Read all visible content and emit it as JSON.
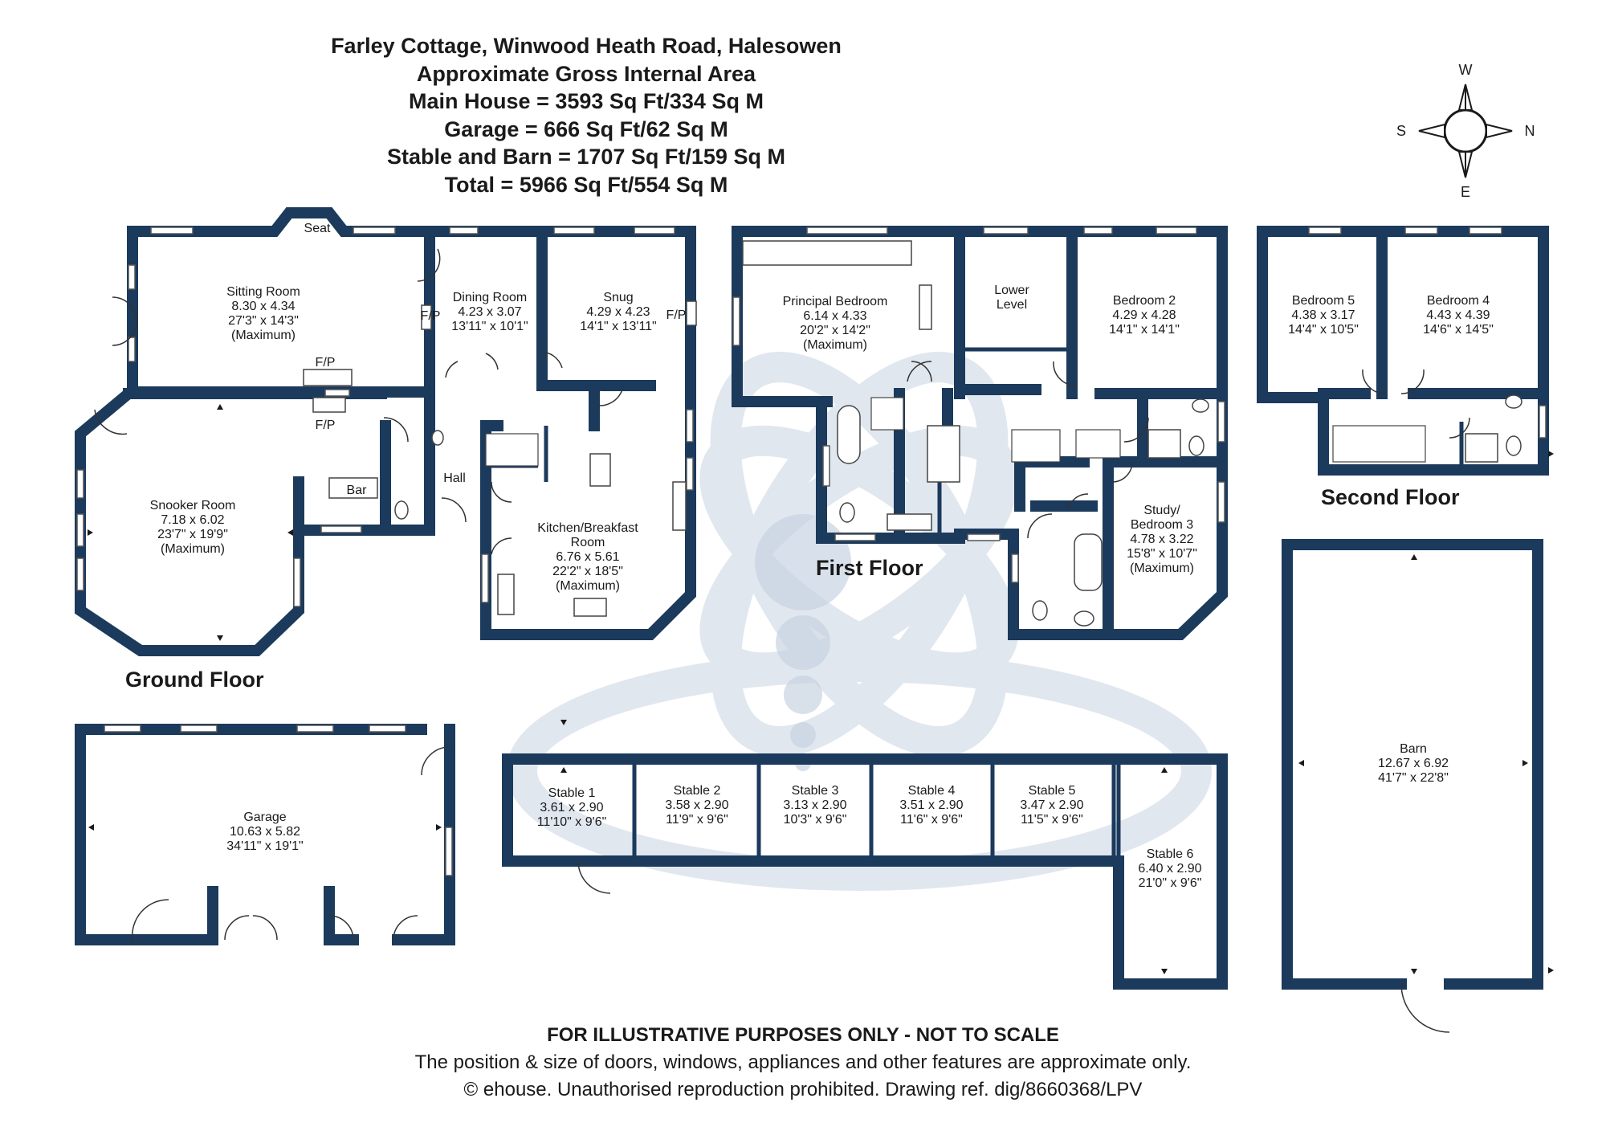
{
  "title_lines": [
    "Farley Cottage, Winwood Heath Road, Halesowen",
    "Approximate Gross Internal Area",
    "Main House = 3593 Sq Ft/334 Sq M",
    "Garage = 666 Sq Ft/62 Sq M",
    "Stable and Barn = 1707 Sq Ft/159 Sq M",
    "Total = 5966 Sq Ft/554 Sq M"
  ],
  "compass": {
    "top": "W",
    "left": "S",
    "right": "N",
    "bottom": "E"
  },
  "floors": {
    "ground": "Ground Floor",
    "first": "First Floor",
    "second": "Second Floor"
  },
  "rooms": {
    "seat": "Seat",
    "fp1": "F/P",
    "fp2": "F/P",
    "fp3": "F/P",
    "fp4": "F/P",
    "sitting": [
      "Sitting Room",
      "8.30 x 4.34",
      "27'3\" x 14'3\"",
      "(Maximum)"
    ],
    "dining": [
      "Dining Room",
      "4.23 x 3.07",
      "13'11\" x 10'1\""
    ],
    "snug": [
      "Snug",
      "4.29 x 4.23",
      "14'1\" x 13'11\""
    ],
    "snooker": [
      "Snooker Room",
      "7.18 x 6.02",
      "23'7\" x 19'9\"",
      "(Maximum)"
    ],
    "bar": "Bar",
    "hall": "Hall",
    "kitchen": [
      "Kitchen/Breakfast",
      "Room",
      "6.76 x 5.61",
      "22'2\" x 18'5\"",
      "(Maximum)"
    ],
    "principal": [
      "Principal Bedroom",
      "6.14 x 4.33",
      "20'2\" x 14'2\"",
      "(Maximum)"
    ],
    "lower": [
      "Lower",
      "Level"
    ],
    "bed2": [
      "Bedroom 2",
      "4.29 x 4.28",
      "14'1\" x 14'1\""
    ],
    "study": [
      "Study/",
      "Bedroom 3",
      "4.78 x 3.22",
      "15'8\" x 10'7\"",
      "(Maximum)"
    ],
    "bed5": [
      "Bedroom 5",
      "4.38 x 3.17",
      "14'4\" x 10'5\""
    ],
    "bed4": [
      "Bedroom 4",
      "4.43 x 4.39",
      "14'6\" x 14'5\""
    ],
    "garage": [
      "Garage",
      "10.63 x 5.82",
      "34'11\" x 19'1\""
    ],
    "stable1": [
      "Stable 1",
      "3.61 x 2.90",
      "11'10\" x 9'6\""
    ],
    "stable2": [
      "Stable 2",
      "3.58 x 2.90",
      "11'9\" x 9'6\""
    ],
    "stable3": [
      "Stable 3",
      "3.13 x 2.90",
      "10'3\" x 9'6\""
    ],
    "stable4": [
      "Stable 4",
      "3.51 x 2.90",
      "11'6\" x 9'6\""
    ],
    "stable5": [
      "Stable 5",
      "3.47 x 2.90",
      "11'5\" x 9'6\""
    ],
    "stable6": [
      "Stable 6",
      "6.40 x 2.90",
      "21'0\" x 9'6\""
    ],
    "barn": [
      "Barn",
      "12.67 x 6.92",
      "41'7\" x 22'8\""
    ]
  },
  "footer": {
    "disclaimer": "FOR ILLUSTRATIVE PURPOSES ONLY - NOT TO SCALE",
    "note": "The position & size of doors, windows, appliances and other features are approximate only.",
    "copyright": "© ehouse. Unauthorised reproduction prohibited. Drawing ref. dig/8660368/LPV"
  },
  "colors": {
    "wall": "#1b3a5c",
    "watermark": "#c8d3e2"
  }
}
